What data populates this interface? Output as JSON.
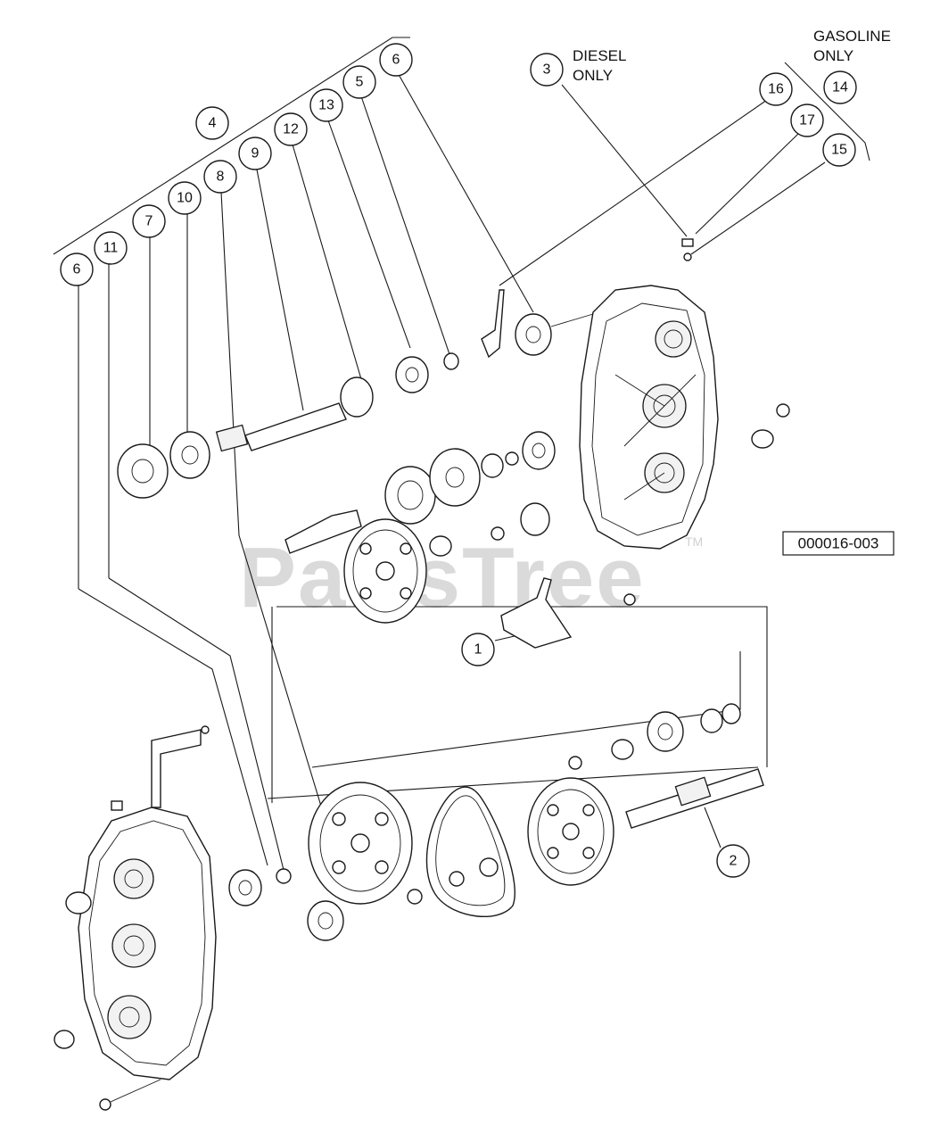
{
  "diagram": {
    "reference_code": "000016-003",
    "watermark": "PartsTree",
    "watermark_mark": "TM",
    "notes": [
      {
        "id": "diesel",
        "lines": [
          "DIESEL",
          "ONLY"
        ]
      },
      {
        "id": "gasoline",
        "lines": [
          "GASOLINE",
          "ONLY"
        ]
      }
    ],
    "callouts": [
      {
        "label": "1"
      },
      {
        "label": "2"
      },
      {
        "label": "3"
      },
      {
        "label": "4"
      },
      {
        "label": "5"
      },
      {
        "label": "6"
      },
      {
        "label": "6"
      },
      {
        "label": "7"
      },
      {
        "label": "8"
      },
      {
        "label": "9"
      },
      {
        "label": "10"
      },
      {
        "label": "11"
      },
      {
        "label": "12"
      },
      {
        "label": "13"
      },
      {
        "label": "14"
      },
      {
        "label": "15"
      },
      {
        "label": "16"
      },
      {
        "label": "17"
      }
    ]
  }
}
